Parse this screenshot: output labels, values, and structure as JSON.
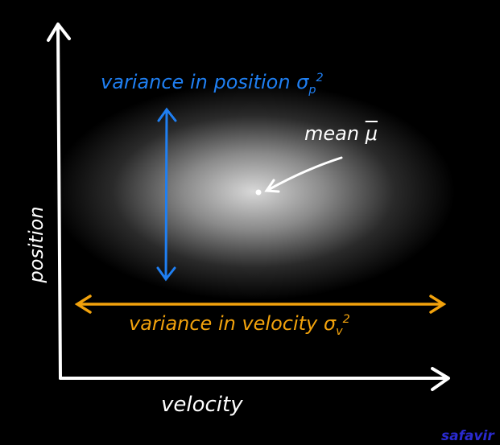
{
  "colors": {
    "background": "#000000",
    "position_variance": "#1f7ff2",
    "velocity_variance": "#f2a20c",
    "axes": "#ffffff",
    "watermark": "#2a2ad0"
  },
  "axes": {
    "x_label": "velocity",
    "y_label": "position"
  },
  "labels": {
    "position_variance": {
      "text": "variance in position ",
      "symbol": "σ",
      "sub": "p",
      "sup": "2"
    },
    "velocity_variance": {
      "text": "variance in velocity ",
      "symbol": "σ",
      "sub": "v",
      "sup": "2"
    },
    "mean": {
      "text": "mean ",
      "symbol": "μ"
    }
  },
  "watermark": "safavir"
}
